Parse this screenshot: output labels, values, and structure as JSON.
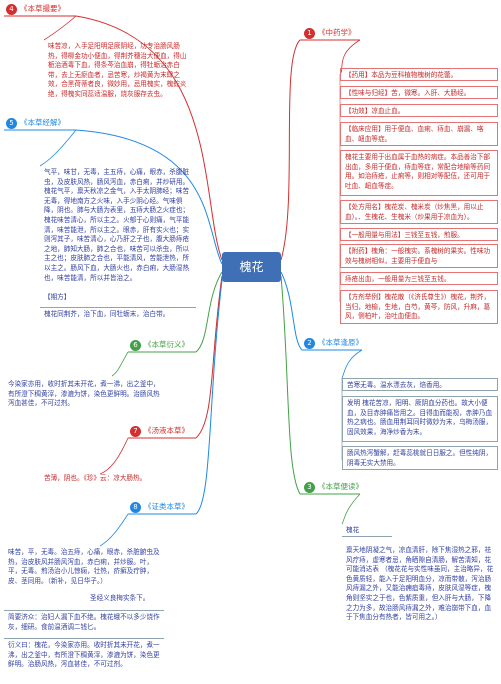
{
  "center": "槐花",
  "branches": [
    {
      "num": "1",
      "title": "《中药学》",
      "color": "#d32f2f"
    },
    {
      "num": "2",
      "title": "《本草逢原》",
      "color": "#1e88e5"
    },
    {
      "num": "3",
      "title": "《本草便读》",
      "color": "#43a047"
    },
    {
      "num": "4",
      "title": "《本草撮要》",
      "color": "#d32f2f"
    },
    {
      "num": "5",
      "title": "《本草经解》",
      "color": "#1e88e5"
    },
    {
      "num": "6",
      "title": "《本草衍义》",
      "color": "#43a047"
    },
    {
      "num": "7",
      "title": "《汤液本草》",
      "color": "#d32f2f"
    },
    {
      "num": "8",
      "title": "《证类本草》",
      "color": "#1e88e5"
    }
  ],
  "texts": {
    "b4": "味苦凉，入手足阳明足厥阴经，功专治肠风肠热，得柳金功小便血，得荆芥穗治大便血，得山栀治酒毒下血，得条芩治血崩，得牡蛎治赤白带，去上无瘀血者，忌苦寒，炒褐黄为末肆之效，合黑荷蒂者良，微妙用，忌用槐实，槐蛇炎绝，得槐实同蕊适温服，烧灰服存去虫。",
    "b5": "气平，味甘，无毒，主五痔，心痛，眼赤，杀腹脏虫，及皮肤风热，肠风泻血，赤白痢，并炒研用。槐花气平，禀天秋凉之金气，入手太阴肺经；味苦无毒，得地南方之火味，入手少阴心经。气味俱降，阴也。肺与大肠为表里，五痔大肠之火症也；槐花味苦清心，所以主之。火郁于心则痛，气平能清，味苦能泄，所以主之。眼赤，肝有实火也；实则泻其子，味苦清心，心乃肝之子也，腹大肠痔疮之地，肺知大肠，肺之合也，味苦可以杀虫，所以主之也；皮肤肺之合也，平能清风，苦能泄热，所以主之。肠风下血，大肠火也，赤白痢，大肠湿热也，味苦能清，所以并皆治之。",
    "b5_formula_label": "【期方】",
    "b5_formula": "槐花同荆芥，治下血，同牡蛎末，治白带。",
    "b6": "今染家亦用，收时折其未开花，煮一沸，出之釜中，有所澄下稠黄滓，渗漉为饼，染色更鲜明。治肠风热泻血甚佳，不可过剂。",
    "b7": "苦薄，阴也。《珍》云：凉大肠热。",
    "b8_1": "味苦，平，无毒。治五痔，心痛，眼赤，杀脏腑虫及热，治皮肤风并肠风泻血，赤白痢，并炒服。叶，平，无毒。煎汤治小儿惊痫，壮热，疥癣及疔肿，皮、茎同用。（新补，见日华子。）",
    "b8_2": "圣经义良梅实条下。",
    "b8_3": "简要济众：治妇人漏下血不绝。槐花蛾不以多少烧作灰，细研。食前温酒调二钱匕。",
    "b8_4": "衍义曰：槐花，今染家亦用。收时折其未开花，煮一沸，出之釜中，有所澄下稠黄滓，渗漉为饼，染色更鲜明。治肠风热，泻血甚佳，不可过剂。",
    "b1_1": "【药用】本品为豆科植物槐树的花蕾。",
    "b1_2": "【性味与归经】苦，微寒。入肝、大肠经。",
    "b1_3": "【功效】凉血止血。",
    "b1_4": "【临床应用】用于便血、血痢、痔血、崩漏、咯血、衄血等症。",
    "b1_5": "槐花主要用于出血属于血热的病症。本品善治下部出血，多用于便血，痔血等症，常配合地榆等药同用。如治痔疮，止痢等，则相对等配伍，还可用于吐血、衄血等症。",
    "b1_6": "【处方用名】槐花炭、槐米炭（炒焦黑，用以止血）。、生槐花、生槐米（炒果用于凉血为）。",
    "b1_7": "【一般用量与用法】三钱至五钱，煎服。",
    "b1_8": "【附药】槐角：一般槐实。系槐树的果实。性味功效与槐树相似，主要用于便血与",
    "b1_9": "痔疮出血，一般用量为三钱至五钱。",
    "b1_10": "【方剂举例】槐花散（《济氏尊生》）槐花，荆芥，当归，地榆，生地，白芍，黄芩，防风，升麻，葛风，侧柏叶，治吐血便血。",
    "b2_1": "苦寒无毒。温水漂去灰，焙香用。",
    "b2_2": "发明 槐花苦凉，阳明、厥阴血分药也。故大小便血，及目赤肿痛皆用之。目得血而能视，赤肿乃血热之病也。肠血用荆耳同时微妙为末，乌梅汤服，固风效果，海净炒香为末。",
    "b2_3": "肠风热泻蟹解，赶毒蕊桃就日日服之。但性纯阴，阴毒无实大禁用。",
    "b3_label": "槐花",
    "b3_1": "禀天地阴凝之气，凉血清肝，除下焦湿热之邪，祛风疗痔，虚寒者忌，角晒隙自清肠，解苦清知，花可能消达表 （槐花花与实性味虽同，主治略异，花色黄质轻，能入于足阳明血分，凉而带散，泻治肠风痔漏之外，又能治痈疽毒痔，皮肤风湿等症，槐角则坚实之于也，色紫质重，但入肝与大肠，下降之力为多，故治肠风痔漏之外，难治崩带下血，血于下焦血分有热者，皆可用之。）"
  }
}
